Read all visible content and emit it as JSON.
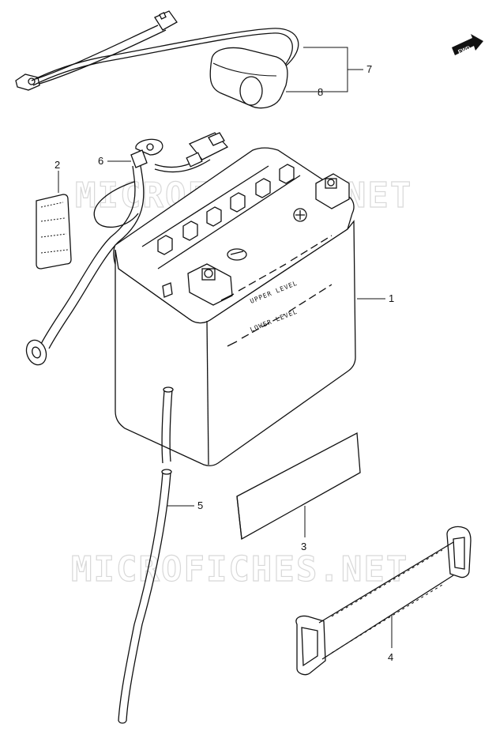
{
  "diagram": {
    "watermark": "MICROFICHES.NET",
    "fwd_label": "FWD",
    "battery_marks": {
      "upper": "UPPER LEVEL",
      "lower": "LOWER LEVEL"
    },
    "callouts": [
      {
        "id": "1",
        "label": "1"
      },
      {
        "id": "2",
        "label": "2"
      },
      {
        "id": "3",
        "label": "3"
      },
      {
        "id": "4",
        "label": "4"
      },
      {
        "id": "5",
        "label": "5"
      },
      {
        "id": "6",
        "label": "6"
      },
      {
        "id": "7",
        "label": "7"
      },
      {
        "id": "8",
        "label": "8"
      }
    ]
  }
}
